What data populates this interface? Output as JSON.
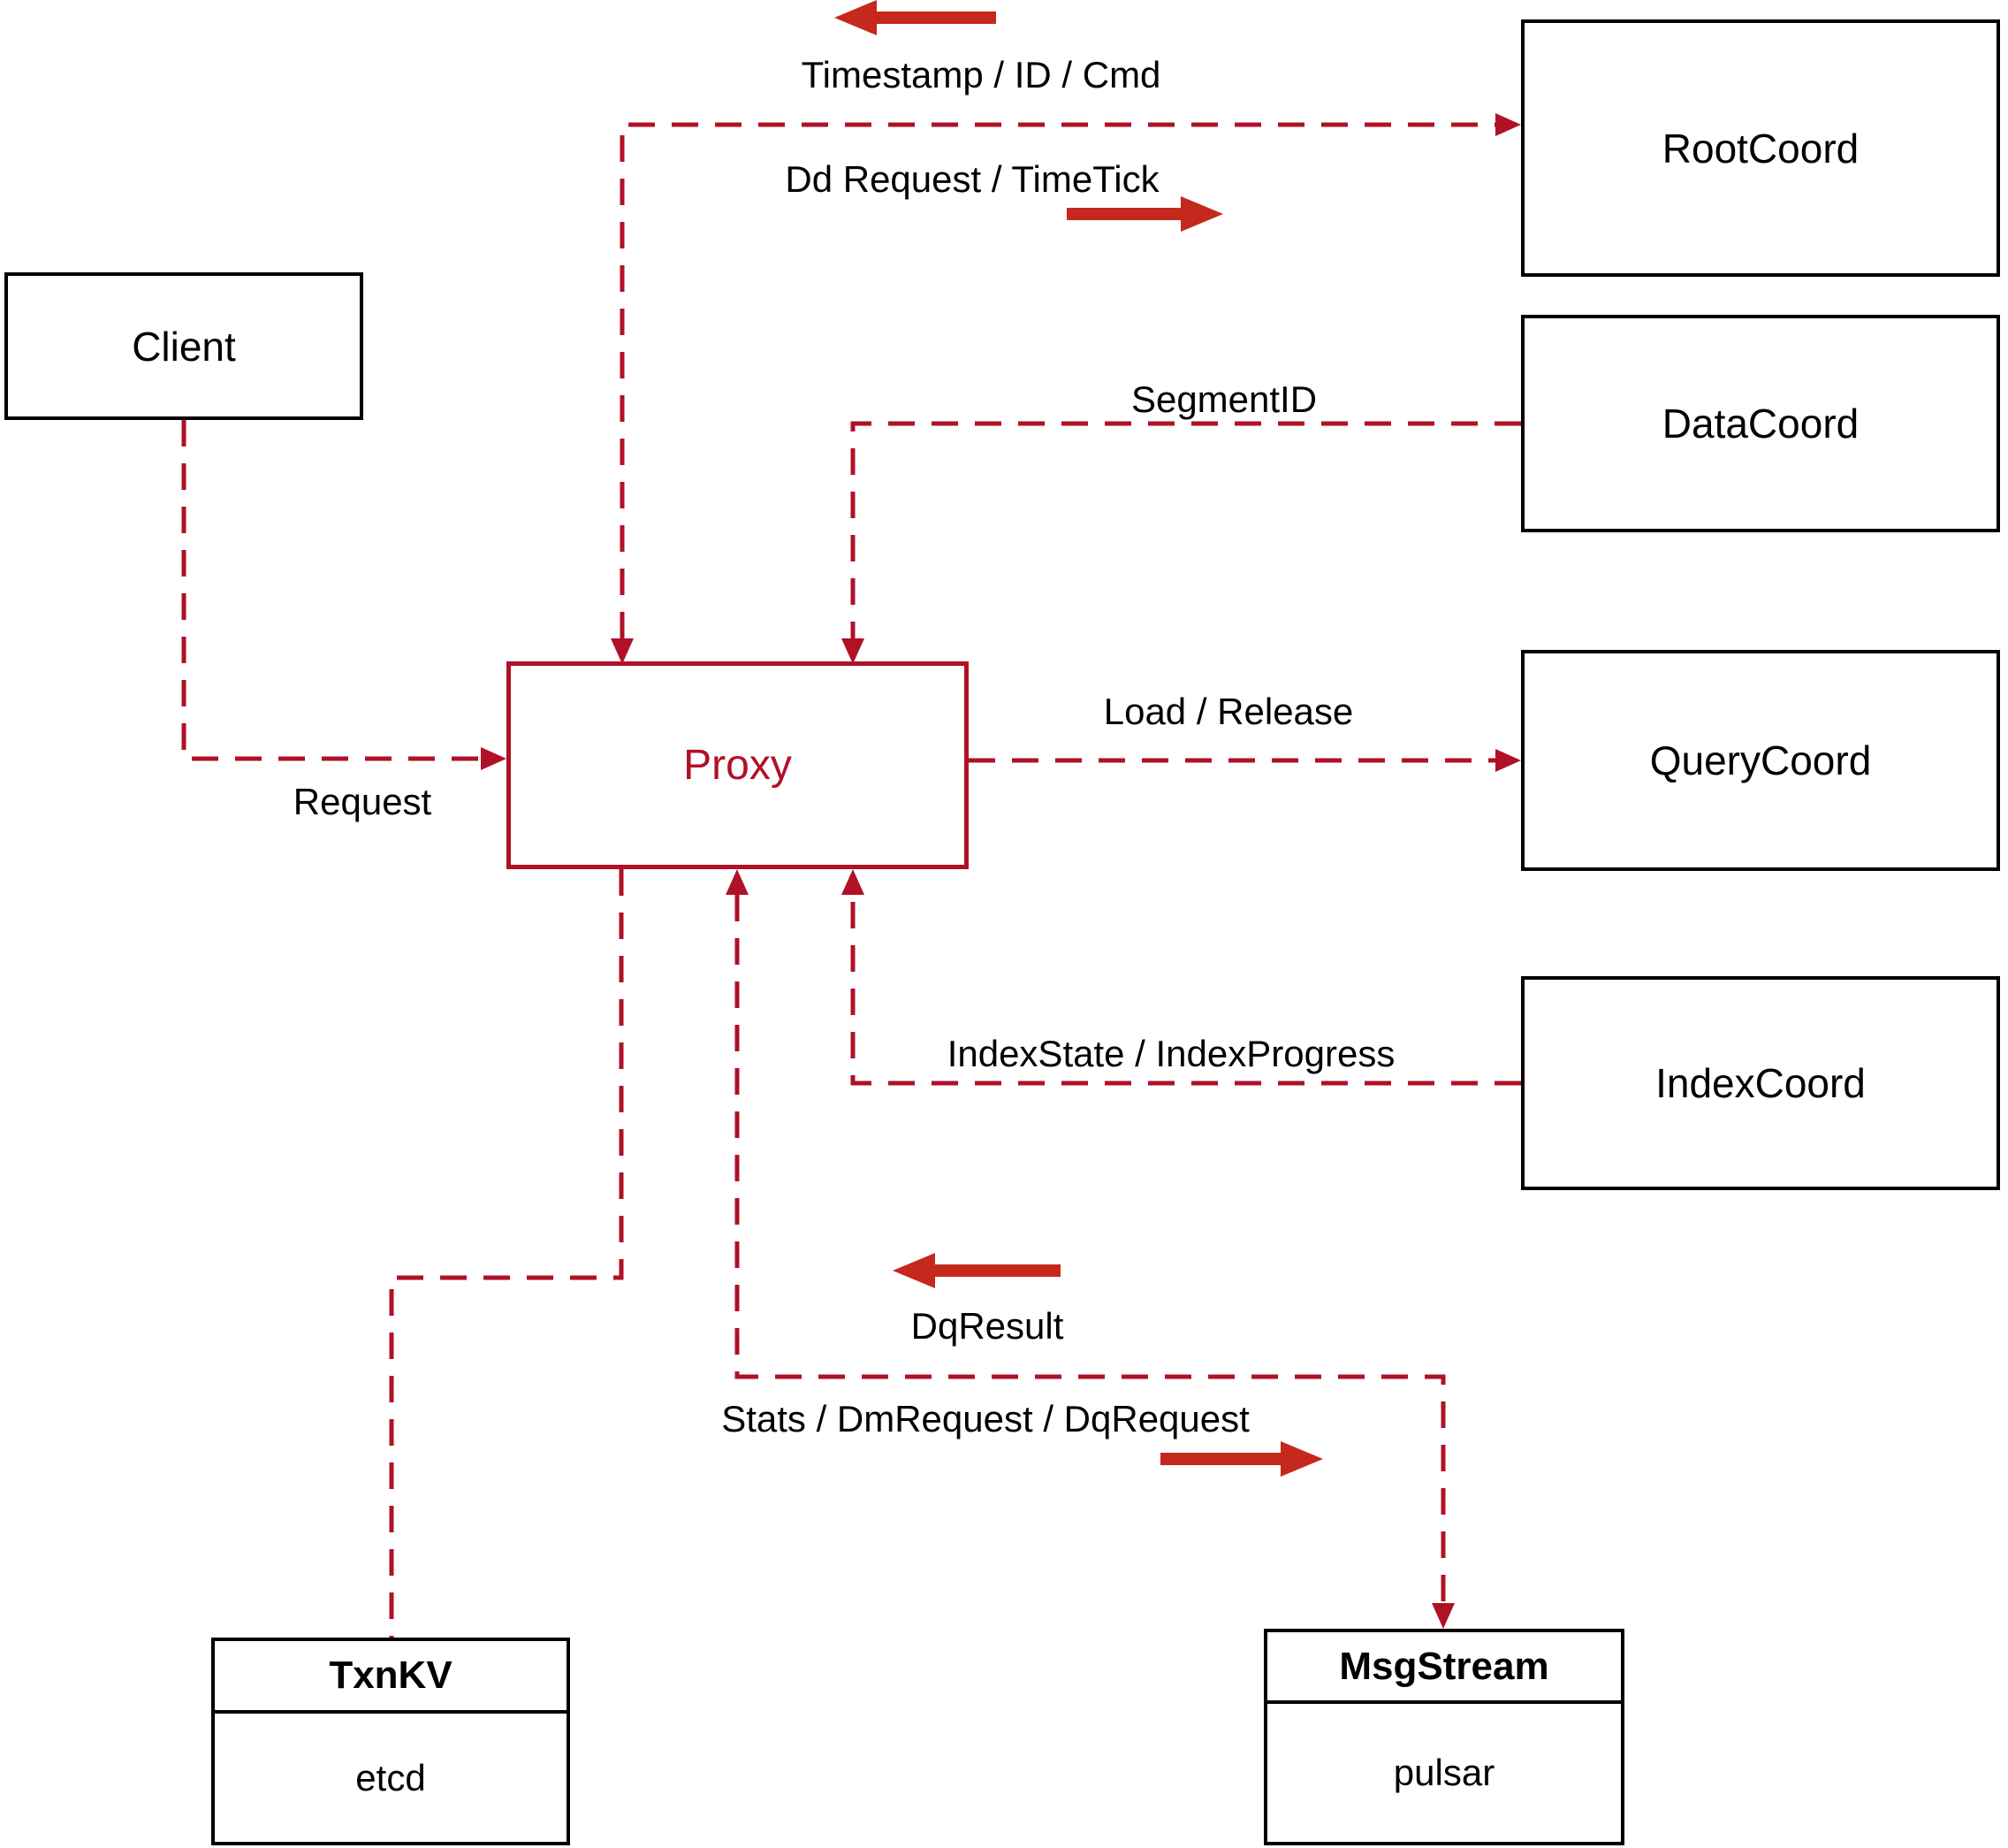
{
  "diagram": {
    "nodes": {
      "client": {
        "label": "Client"
      },
      "rootcoord": {
        "label": "RootCoord"
      },
      "datacoord": {
        "label": "DataCoord"
      },
      "querycoord": {
        "label": "QueryCoord"
      },
      "indexcoord": {
        "label": "IndexCoord"
      },
      "proxy": {
        "label": "Proxy"
      },
      "txnkv": {
        "title": "TxnKV",
        "subtitle": "etcd"
      },
      "msgstream": {
        "title": "MsgStream",
        "subtitle": "pulsar"
      }
    },
    "edge_labels": {
      "timestamp_id_cmd": "Timestamp / ID / Cmd",
      "dd_request_timetick": "Dd Request / TimeTick",
      "segment_id": "SegmentID",
      "load_release": "Load / Release",
      "request": "Request",
      "index_state_progress": "IndexState / IndexProgress",
      "dq_result": "DqResult",
      "stats_dm_dq": "Stats / DmRequest / DqRequest"
    }
  },
  "colors": {
    "dashed_line": "#b01127",
    "thick_arrow": "#c5281c",
    "box_border": "#000000",
    "text": "#000000",
    "background": "#ffffff"
  }
}
